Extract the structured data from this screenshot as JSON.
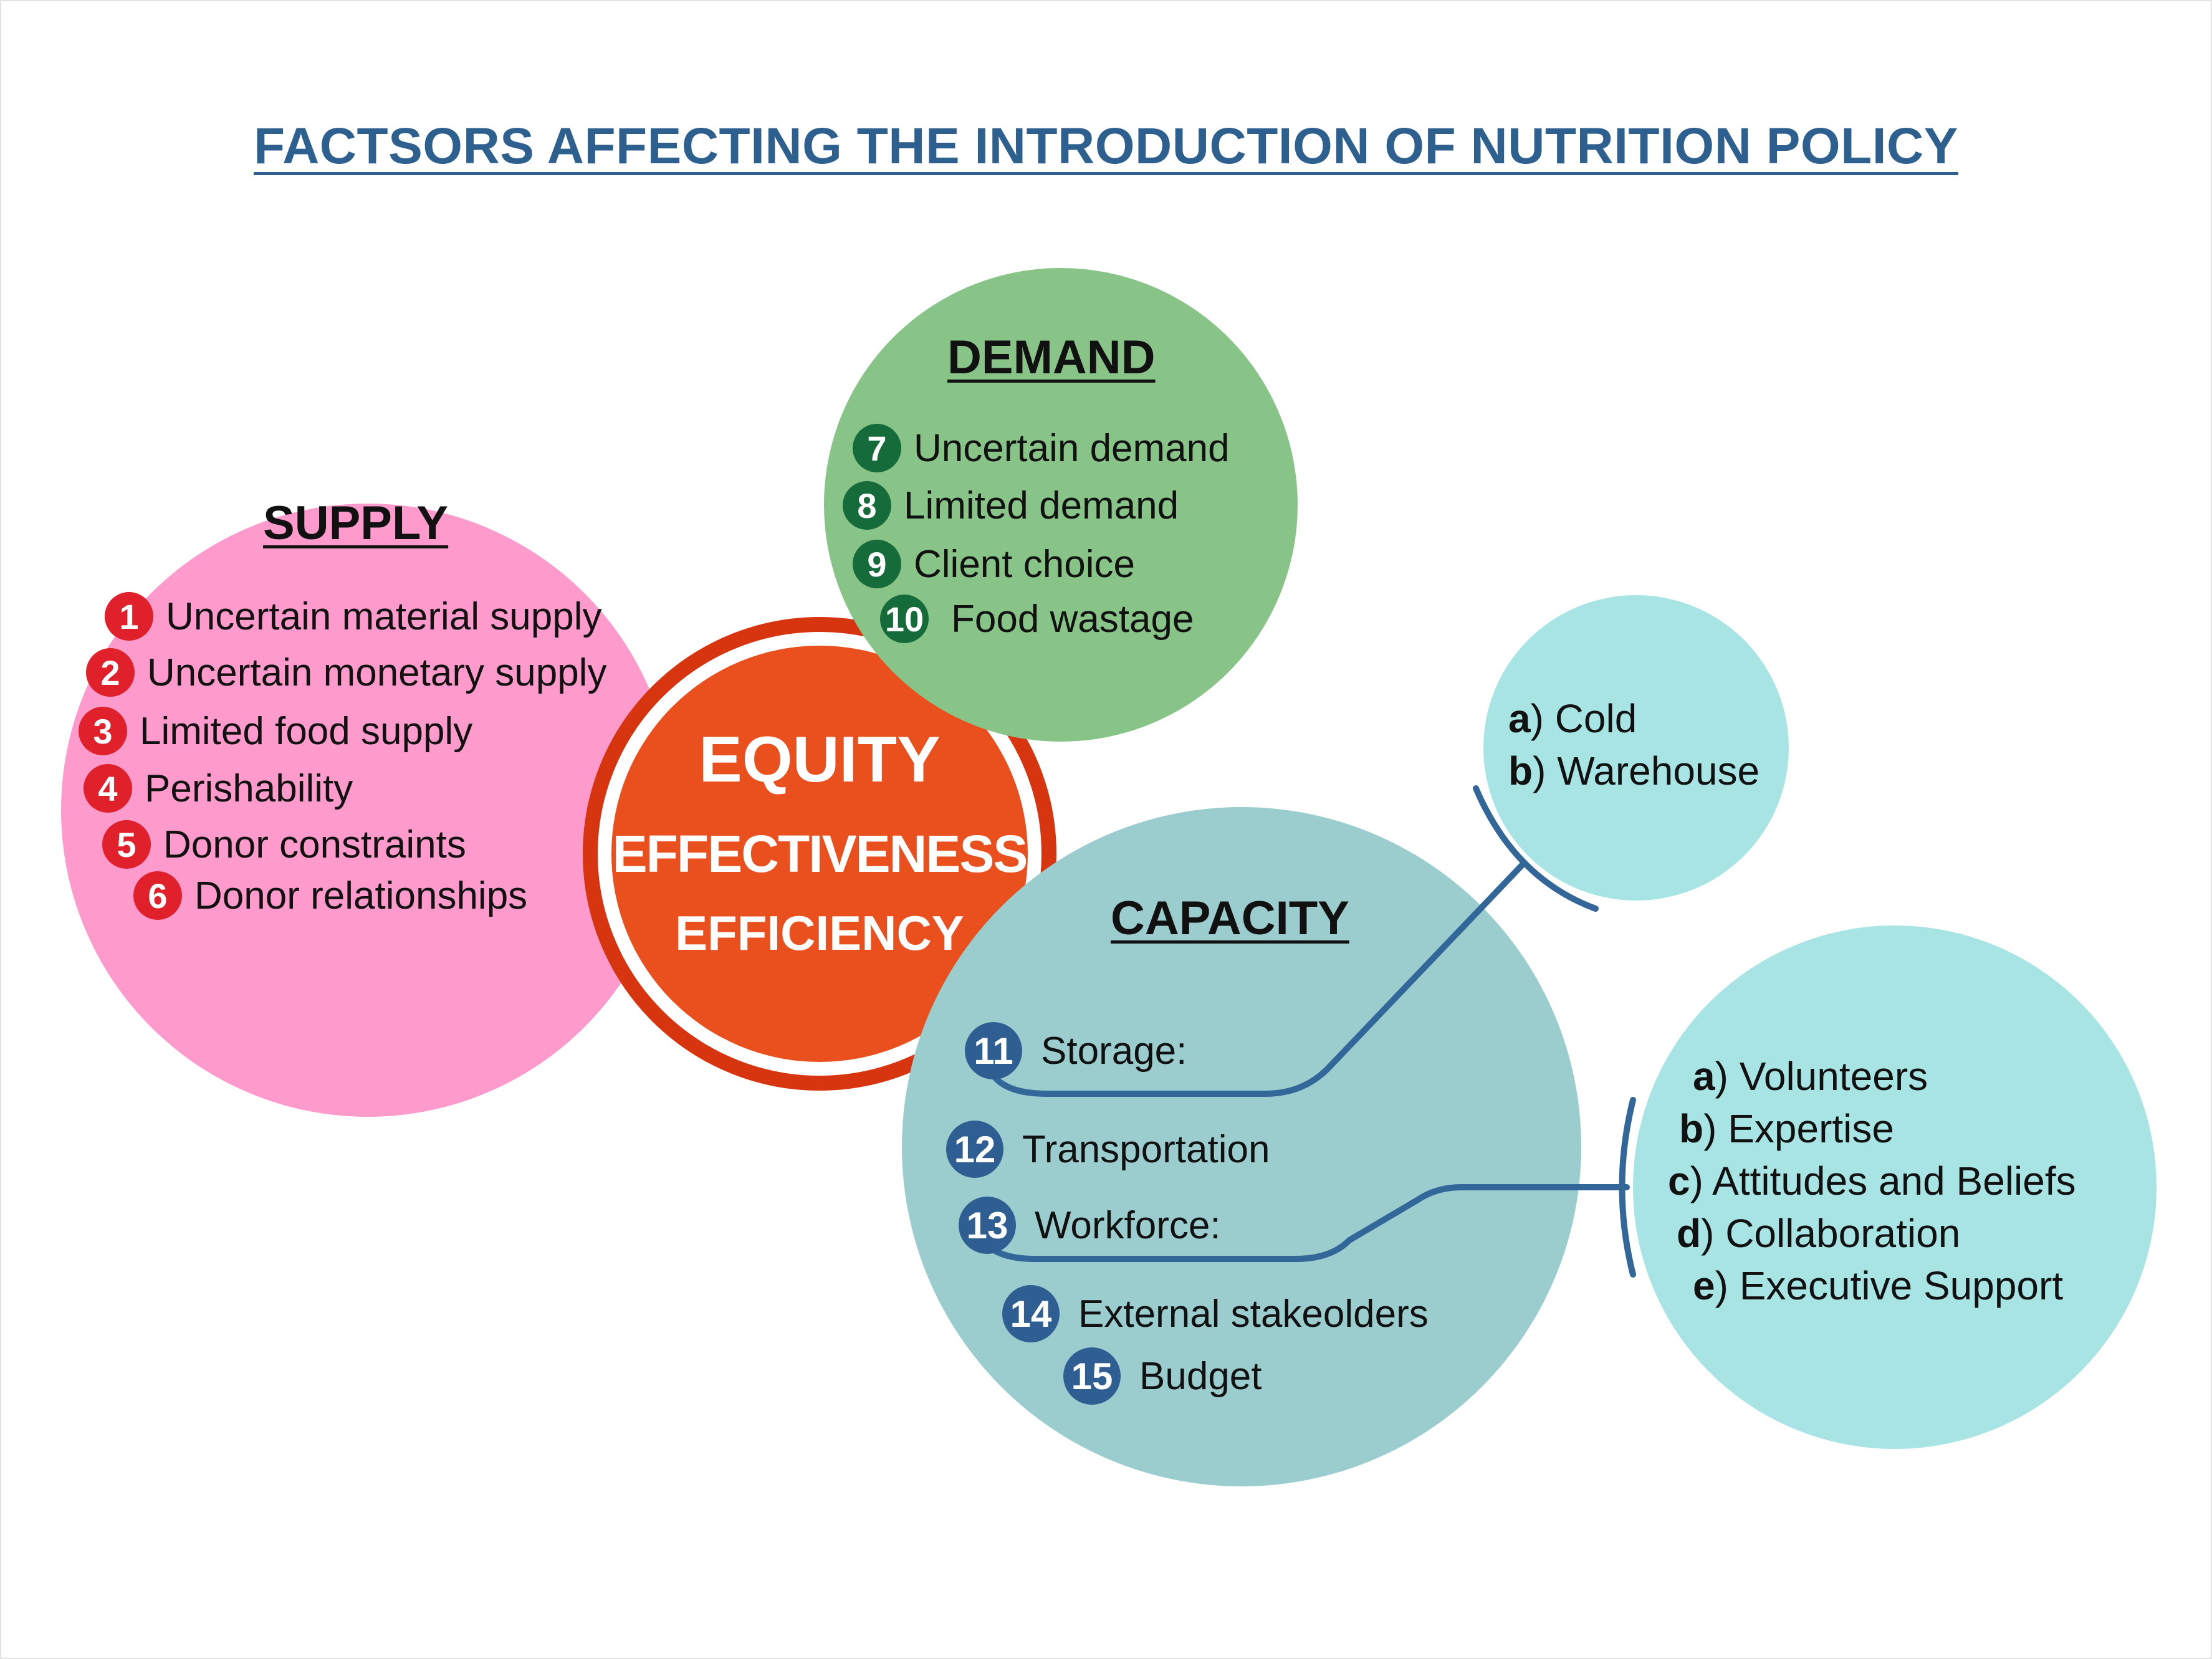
{
  "title": "FACTSORS AFFECTING THE INTRODUCTION OF NUTRITION POLICY",
  "colors": {
    "title": "#2d5f8f",
    "supply": "#fe9acc",
    "demand": "#88c488",
    "capacity": "#9ccdce",
    "sub_circle": "#a8e4e4",
    "center_fill": "#e9501e",
    "center_ring": "#d63510",
    "connector": "#336699"
  },
  "center": {
    "line1": "EQUITY",
    "line2": "EFFECTIVENESS",
    "line3": "EFFICIENCY"
  },
  "supply": {
    "heading": "SUPPLY",
    "items": [
      {
        "num": "1",
        "label": "Uncertain material supply"
      },
      {
        "num": "2",
        "label": "Uncertain monetary supply"
      },
      {
        "num": "3",
        "label": "Limited food supply"
      },
      {
        "num": "4",
        "label": "Perishability"
      },
      {
        "num": "5",
        "label": "Donor constraints"
      },
      {
        "num": "6",
        "label": "Donor relationships"
      }
    ]
  },
  "demand": {
    "heading": "DEMAND",
    "items": [
      {
        "num": "7",
        "label": "Uncertain demand"
      },
      {
        "num": "8",
        "label": "Limited demand"
      },
      {
        "num": "9",
        "label": "Client choice"
      },
      {
        "num": "10",
        "label": "Food wastage"
      }
    ]
  },
  "capacity": {
    "heading": "CAPACITY",
    "items": [
      {
        "num": "11",
        "label": "Storage:"
      },
      {
        "num": "12",
        "label": "Transportation"
      },
      {
        "num": "13",
        "label": "Workforce:"
      },
      {
        "num": "14",
        "label": "External stakeolders"
      },
      {
        "num": "15",
        "label": "Budget"
      }
    ]
  },
  "storage_types": [
    {
      "letter": "a",
      "label": ") Cold"
    },
    {
      "letter": "b",
      "label": ") Warehouse"
    }
  ],
  "workforce_factors": [
    {
      "letter": "a",
      "label": ") Volunteers"
    },
    {
      "letter": "b",
      "label": ") Expertise"
    },
    {
      "letter": "c",
      "label": ") Attitudes and Beliefs"
    },
    {
      "letter": "d",
      "label": ") Collaboration"
    },
    {
      "letter": "e",
      "label": ") Executive Support"
    }
  ]
}
